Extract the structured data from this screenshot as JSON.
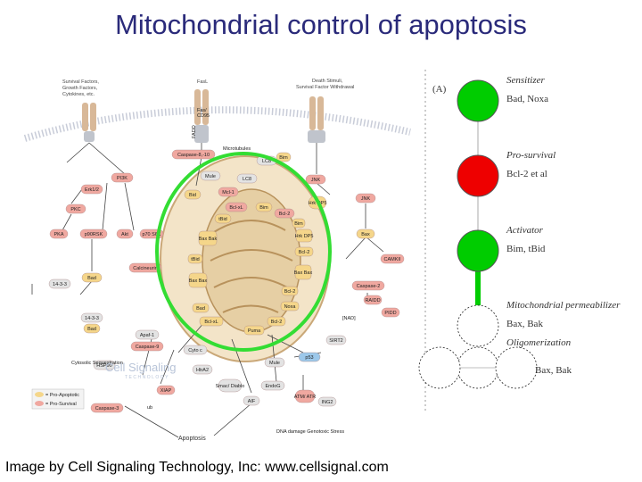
{
  "title": "Mitochondrial control of apoptosis",
  "footer": "Image by Cell Signaling Technology, Inc: www.cellsignal.com",
  "pathway": {
    "header_left": [
      "Survival Factors,",
      "Growth Factors,",
      "Cytokines, etc."
    ],
    "header_fasl": "FasL",
    "header_right": [
      "Death Stimuli,",
      "Survival Factor Withdrawal"
    ],
    "receptor": [
      "Fas/",
      "CD95"
    ],
    "fadd": "FADD",
    "microtubules": "Microtubules",
    "mito_nodes": [
      "Bax Bak",
      "tBid",
      "Bax Bax",
      "Bad",
      "Bcl-xL",
      "Bcl-2",
      "Puma",
      "Noxa",
      "Bcl-2",
      "Bax Bax",
      "Hrk DP5",
      "Bim",
      "Bcl-2"
    ],
    "nodes": [
      "Caspase-8,-10",
      "LC8",
      "Bim",
      "Mule",
      "LC8",
      "Mcl-1",
      "Bid",
      "Bcl-xL",
      "Bim",
      "tBid",
      "Bcl-2",
      "Hrk DP5",
      "JNK",
      "JNK",
      "PI3K",
      "Erk1/2",
      "PKC",
      "PKA",
      "p90RSK",
      "Akt",
      "p70 S6K",
      "Calcineurin",
      "14-3-3",
      "Bad",
      "14-3-3",
      "Bad",
      "Bax",
      "CAMKII",
      "Caspase-2",
      "RAIDD",
      "PIDD",
      "Apaf-1",
      "Caspase-9",
      "Cyto c",
      "HtrA2",
      "Smac/ Diablo",
      "XIAP",
      "AIF",
      "EndoG",
      "Mule",
      "p53",
      "SIRT2",
      "ATM/ ATR",
      "ING2",
      "HSP90",
      "Caspase-3",
      "Apoptosis"
    ],
    "notes": [
      "[NAD]",
      "Cytosolic Sequestration",
      "DNA damage Genotoxic Stress",
      "ub"
    ],
    "watermark": "Cell Signaling",
    "watermark_sub": "TECHNOLOGY",
    "legend": [
      "= Pro-Apoptotic",
      "= Pro-Survival"
    ]
  },
  "model": {
    "panel_label": "(A)",
    "stages": [
      {
        "role": "Sensitizer",
        "members": "Bad, Noxa"
      },
      {
        "role": "Pro-survival",
        "members": "Bcl-2 et al"
      },
      {
        "role": "Activator",
        "members": "Bim, tBid"
      },
      {
        "role": "Mitochondrial permeabilizer",
        "members": "Bax, Bak"
      },
      {
        "role": "Oligomerization",
        "members": "Bax, Bak"
      }
    ],
    "colors": {
      "sensitizer": "#00cc00",
      "pro_survival": "#ee0000",
      "activator": "#00cc00",
      "connector": "#00cc00",
      "highlight_ring": "#33dd33"
    }
  }
}
